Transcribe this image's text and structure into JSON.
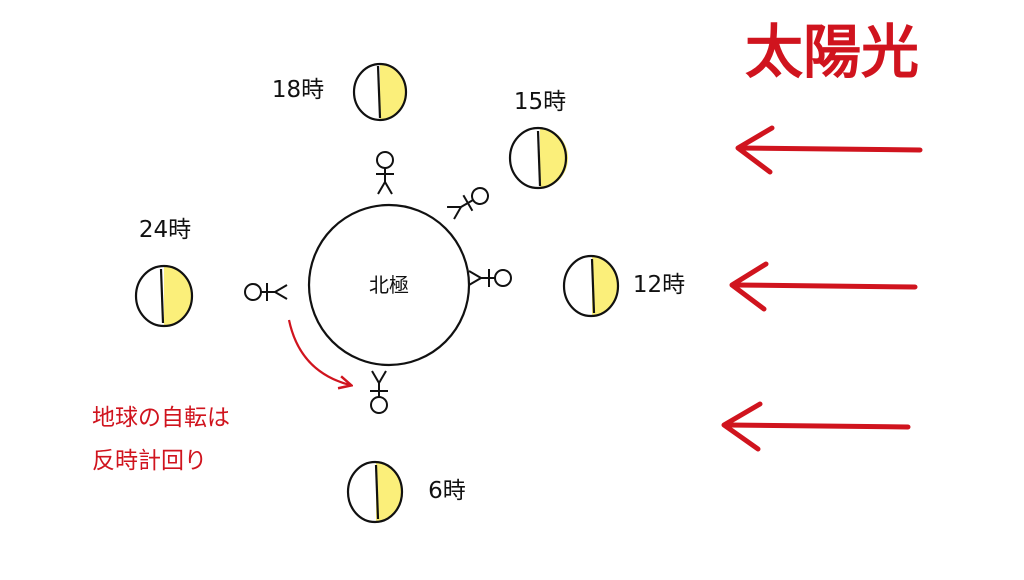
{
  "title": "太陽光",
  "center_label": "北極",
  "rotation_note": [
    "地球の自転は",
    "反時計回り"
  ],
  "times": {
    "t18": "18時",
    "t15": "15時",
    "t24": "24時",
    "t12": "12時",
    "t6": "6時"
  },
  "colors": {
    "red": "#d0141e",
    "yellow": "#fbef7a",
    "ink": "#111111"
  }
}
